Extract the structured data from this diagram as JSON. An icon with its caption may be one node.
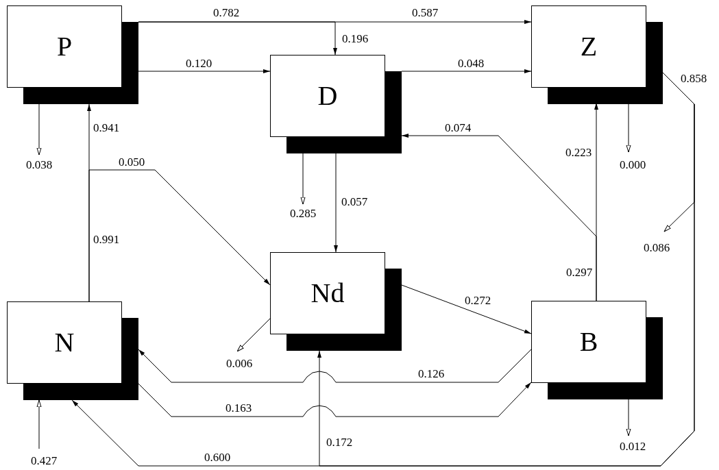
{
  "diagram": {
    "nodes": [
      {
        "text": [
          "P"
        ]
      },
      {
        "text": [
          "D"
        ]
      },
      {
        "text": [
          "Z"
        ]
      },
      {
        "text": [
          "Nd"
        ]
      },
      {
        "text": [
          "N"
        ]
      },
      {
        "text": [
          "B"
        ]
      }
    ],
    "edges": [
      {
        "from": 0,
        "to": 2,
        "arrow": "to",
        "label": "0.587"
      },
      {
        "from": 0,
        "to": 1,
        "arrow": "to",
        "label": "0.196"
      },
      {
        "from": 0,
        "to": 1,
        "arrow": "to",
        "label": "0.120"
      },
      {
        "from": 0,
        "to": null,
        "arrow": "to",
        "label": "0.038"
      },
      {
        "from": 1,
        "to": 2,
        "arrow": "to",
        "label": "0.048"
      },
      {
        "from": 4,
        "to": 0,
        "arrow": "to",
        "label": "0.941"
      },
      {
        "from": 4,
        "to": 3,
        "arrow": "to",
        "label": "0.050"
      },
      {
        "from": 1,
        "to": null,
        "arrow": "to",
        "label": "0.285"
      },
      {
        "from": 1,
        "to": 3,
        "arrow": "to",
        "label": "0.057"
      },
      {
        "from": 2,
        "to": null,
        "arrow": "to",
        "label": "0.000"
      },
      {
        "from": 5,
        "to": 2,
        "arrow": "to",
        "label": "0.223"
      },
      {
        "from": 5,
        "to": 1,
        "arrow": "to",
        "label": "0.074"
      },
      {
        "from": 2,
        "to": null,
        "arrow": "to",
        "label": "0.086"
      },
      {
        "from": 2,
        "to": 4,
        "arrow": "to",
        "label": "0.600"
      },
      {
        "from": 2,
        "to": 3,
        "arrow": "to",
        "label": "0.172"
      },
      {
        "from": 3,
        "to": 5,
        "arrow": "to",
        "label": "0.272"
      },
      {
        "from": 3,
        "to": null,
        "arrow": "to",
        "label": "0.006"
      },
      {
        "from": 5,
        "to": 4,
        "arrow": "to",
        "label": "0.126"
      },
      {
        "from": 4,
        "to": 5,
        "arrow": "to",
        "label": "0.163"
      },
      {
        "from": null,
        "to": 4,
        "arrow": "to",
        "label": "0.427"
      },
      {
        "from": 5,
        "to": null,
        "arrow": "to",
        "label": "0.012"
      }
    ],
    "labels": [
      "0.782",
      "0.991",
      "0.297",
      "0.858"
    ]
  }
}
